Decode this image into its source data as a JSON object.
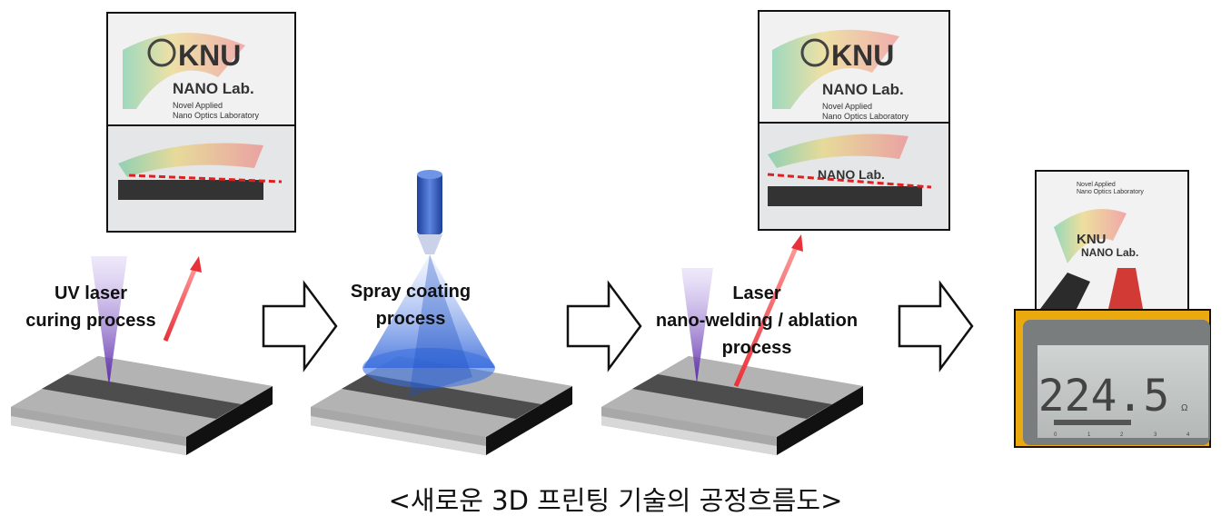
{
  "steps": [
    {
      "label_lines": [
        "UV laser",
        "curing process"
      ]
    },
    {
      "label_lines": [
        "Spray coating",
        "process"
      ]
    },
    {
      "label_lines": [
        "Laser",
        "nano-welding / ablation",
        "process"
      ]
    }
  ],
  "photo_text": {
    "logo": "KNU",
    "lab": "NANO Lab.",
    "line1": "Novel Applied",
    "line2": "Nano Optics Laboratory"
  },
  "meter": {
    "reading": "224.5",
    "unit": "Ω",
    "scale": [
      "0",
      "1",
      "2",
      "3",
      "4"
    ]
  },
  "caption": "<새로운 3D 프린팅 기술의 공정흐름도>",
  "colors": {
    "laser_uv": "#7b4fc0",
    "laser_red": "#e8323a",
    "spray_blue": "#3a6fd8",
    "meter_yellow": "#f2b316"
  }
}
